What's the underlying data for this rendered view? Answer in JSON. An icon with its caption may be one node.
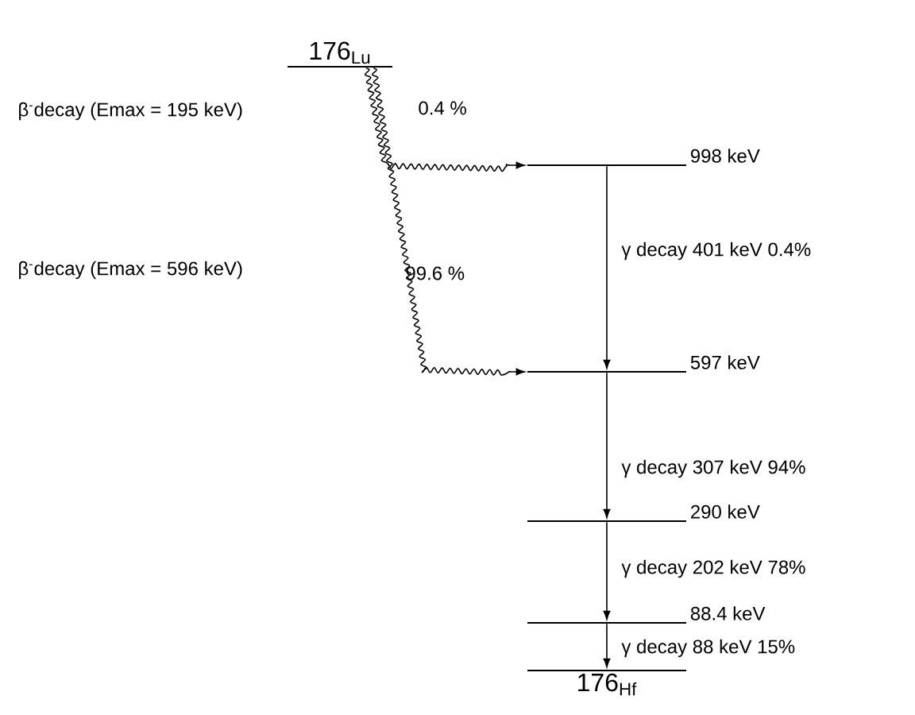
{
  "diagram": {
    "nodes": [
      {
        "text": [
          "176$_{Lu}$"
        ]
      },
      {
        "text": [
          "998 keV"
        ]
      },
      {
        "text": [
          "597 keV"
        ]
      },
      {
        "text": [
          "290 keV"
        ]
      },
      {
        "text": [
          "88.4 keV"
        ]
      },
      {
        "text": [
          "176$_{Hf}$"
        ]
      }
    ],
    "edges": [
      {
        "from": 0,
        "to": 1,
        "arrow": "to",
        "label": "0.4 %"
      },
      {
        "from": 0,
        "to": 2,
        "arrow": "to",
        "label": "99.6 %"
      },
      {
        "from": 1,
        "to": 2,
        "arrow": "to",
        "label": "γ decay 401 keV  0.4%"
      },
      {
        "from": 2,
        "to": 3,
        "arrow": "to",
        "label": "γ decay 307 keV  94%"
      },
      {
        "from": 3,
        "to": 4,
        "arrow": "to",
        "label": "γ decay 202 keV  78%"
      },
      {
        "from": 4,
        "to": 5,
        "arrow": "to",
        "label": "γ decay 88 keV  15%"
      }
    ],
    "labels": [
      "β$^{-}$decay (Emax = 195 keV)",
      "β$^{-}$decay (Emax = 596 keV)"
    ]
  }
}
